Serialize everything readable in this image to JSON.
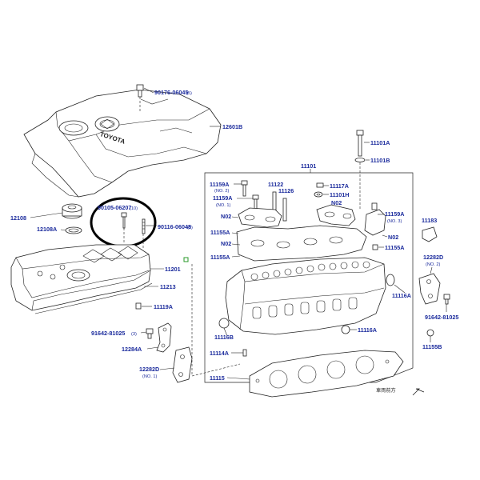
{
  "logo_text": "TOYOTA",
  "direction_note": "車両前方",
  "callouts": {
    "c90176": "90176-06045",
    "c90176_qty": "(5)",
    "c12601B": "12601B",
    "c11101A": "11101A",
    "c11101B": "11101B",
    "c11101": "11101",
    "c12108": "12108",
    "c12108A": "12108A",
    "c90105": "90105-06207",
    "c90105_qty": "(10)",
    "c90116": "90116-06048",
    "c90116_qty": "(3)",
    "c11201": "11201",
    "c11213": "11213",
    "c11119A": "11119A",
    "c91642_left": "91642-81025",
    "c91642_left_qty": "(3)",
    "c12284A": "12284A",
    "c12282D_l": "12282D",
    "c12282D_l_no": "(NO. 1)",
    "c11159A_top": "11159A",
    "c11159A_top_no": "(NO. 2)",
    "c11159A_mid": "11159A",
    "c11159A_mid_no": "(NO. 1)",
    "c11122": "11122",
    "c11126": "11126",
    "c11117A": "11117A",
    "c11101H": "11101H",
    "cN02_a": "N02",
    "cN02_b": "N02",
    "cN02_c": "N02",
    "cN02_d": "N02",
    "c11155A_a": "11155A",
    "c11155A_b": "11155A",
    "c11155A_c": "11155A",
    "c11159A_right": "11159A",
    "c11159A_right_no": "(NO. 3)",
    "c11183": "11183",
    "c12282D_r": "12282D",
    "c12282D_r_no": "(NO. 2)",
    "c11116A_r": "11116A",
    "c91642_right": "91642-81025",
    "c11155B": "11155B",
    "c11116B": "11116B",
    "c11116A_m": "11116A",
    "c11114A": "11114A",
    "c11115": "11115"
  }
}
